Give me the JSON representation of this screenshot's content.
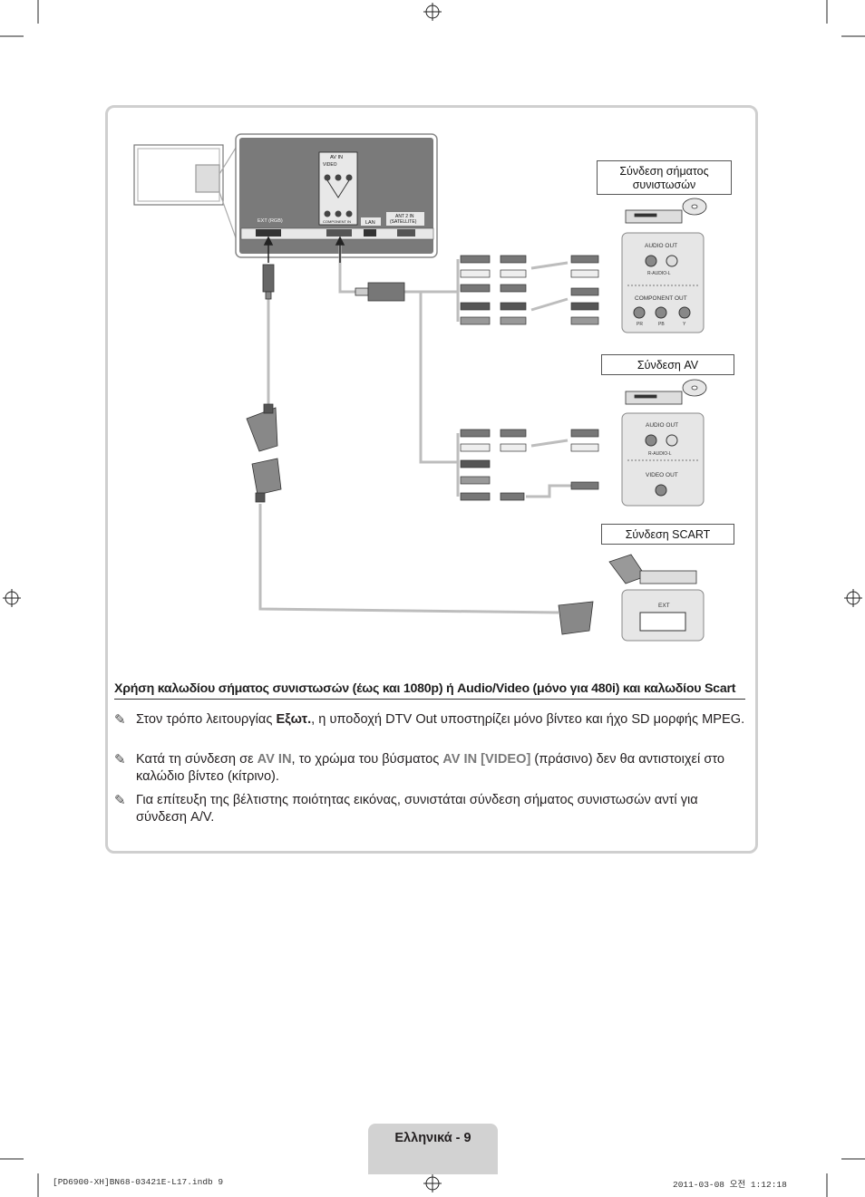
{
  "diagram": {
    "tv_panel": {
      "ext_rgb": "EXT (RGB)",
      "av_in": "AV IN",
      "video": "VIDEO",
      "component_in": "COMPONENT IN",
      "lan": "LAN",
      "ant2_in": "ANT 2 IN",
      "satellite": "(SATELLITE)"
    },
    "component_section": {
      "title_line1": "Σύνδεση σήματος",
      "title_line2": "συνιστωσών",
      "audio_out": "AUDIO OUT",
      "r_audio_l": "R-AUDIO-L",
      "component_out": "COMPONENT OUT",
      "pr": "PR",
      "pb": "PB",
      "y": "Y"
    },
    "av_section": {
      "title": "Σύνδεση AV",
      "audio_out": "AUDIO OUT",
      "r_audio_l": "R-AUDIO-L",
      "video_out": "VIDEO OUT"
    },
    "scart_section": {
      "title": "Σύνδεση SCART",
      "ext": "EXT"
    }
  },
  "heading": "Χρήση καλωδίου σήματος συνιστωσών (έως και 1080p) ή Audio/Video (μόνο για 480i) και καλωδίου Scart",
  "notes": [
    {
      "icon": "pencil-note-icon",
      "p1": "Στον τρόπο λειτουργίας ",
      "b1": "Εξωτ.",
      "p2": ", η υποδοχή DTV Out υποστηρίζει μόνο βίντεο και ήχο SD μορφής MPEG."
    },
    {
      "icon": "pencil-note-icon",
      "p1": "Κατά τη σύνδεση σε ",
      "b1": "AV IN",
      "p2": ", το χρώμα του βύσματος ",
      "b2": "AV IN [VIDEO]",
      "p3": " (πράσινο) δεν θα αντιστοιχεί στο καλώδιο βίντεο (κίτρινο)."
    },
    {
      "icon": "pencil-note-icon",
      "p1": "Για επίτευξη της βέλτιστης ποιότητας εικόνας, συνιστάται σύνδεση σήματος συνιστωσών αντί για σύνδεση A/V."
    }
  ],
  "page_tab": "Ελληνικά - 9",
  "footer": {
    "left": "[PD6900-XH]BN68-03421E-L17.indb   9",
    "right": "2011-03-08   오전 1:12:18"
  },
  "colors": {
    "frame": "#cfcfcf",
    "tab": "#d2d2d2",
    "highlight": "#7a7a7a",
    "cable": "#b8b8b8"
  }
}
